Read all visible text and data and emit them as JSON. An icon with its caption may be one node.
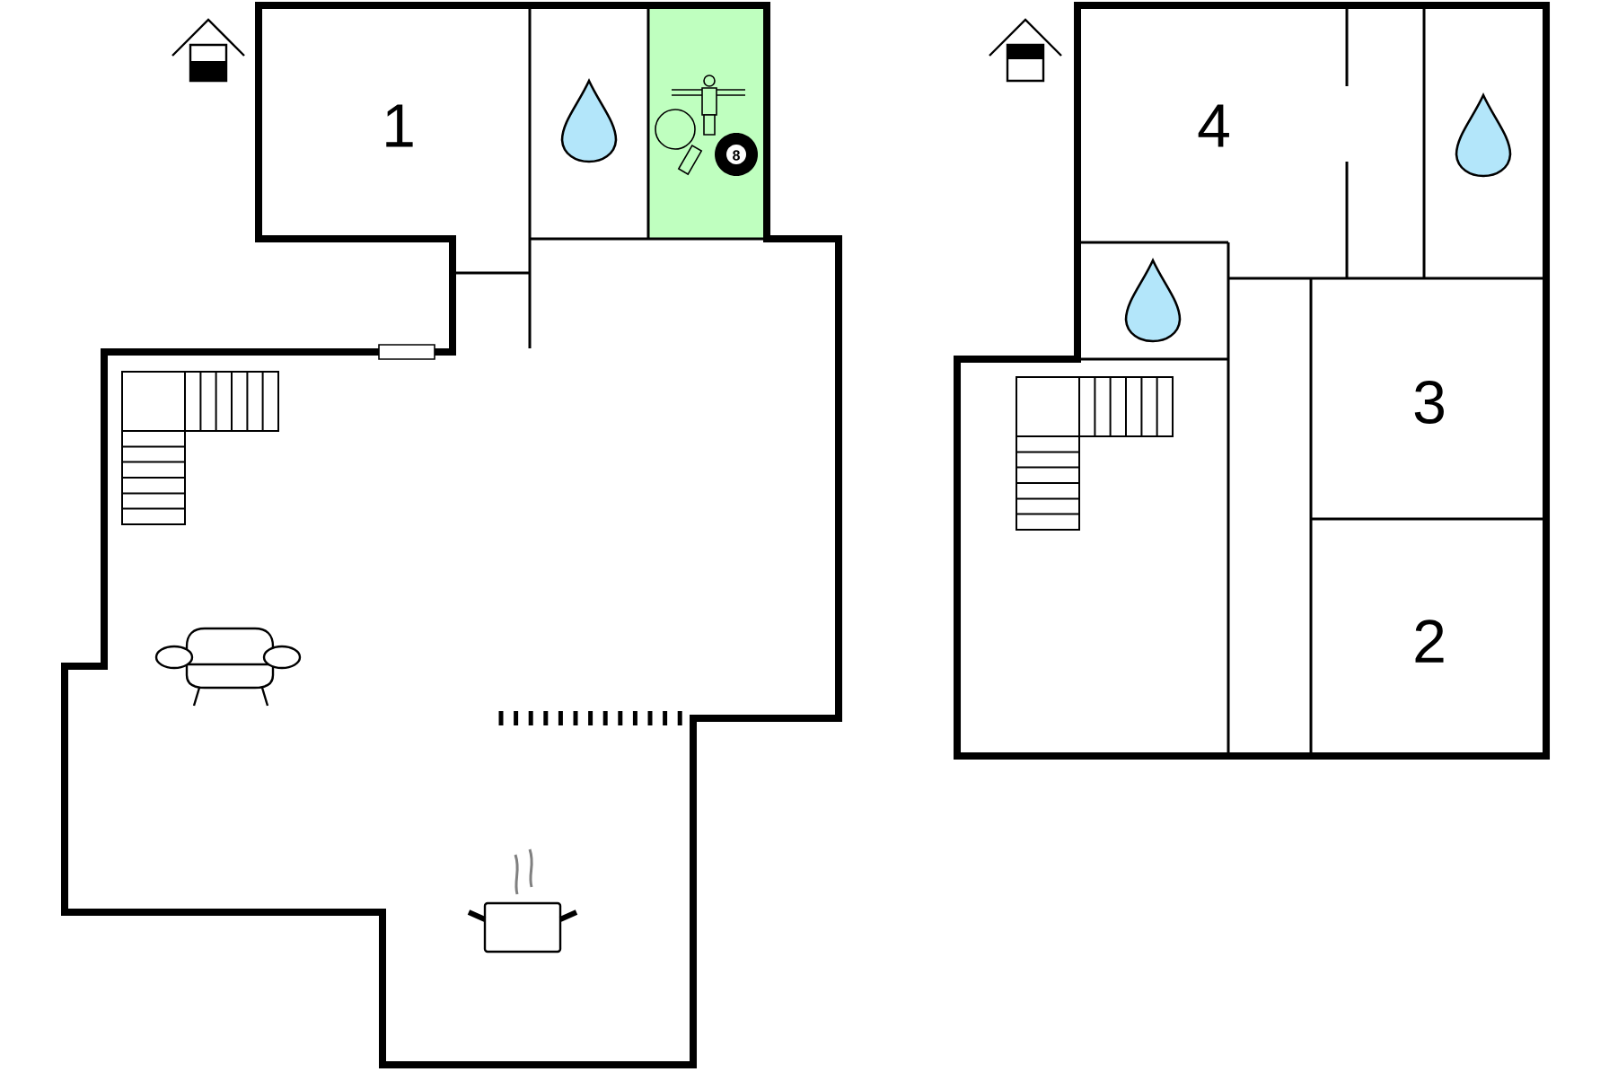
{
  "diagram": {
    "labels": [
      "1",
      "8",
      "4",
      "3",
      "2"
    ]
  }
}
